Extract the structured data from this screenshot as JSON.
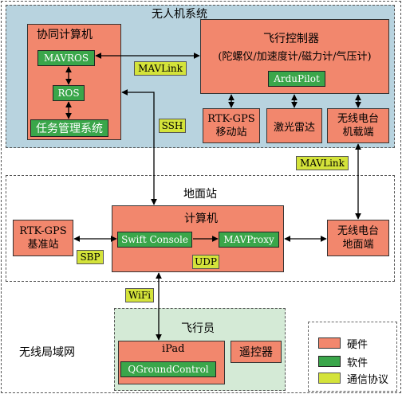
{
  "uav_system": {
    "title": "无人机系统",
    "companion_computer": {
      "title": "协同计算机",
      "mavros": "MAVROS",
      "ros": "ROS",
      "task_mgmt": "任务管理系统"
    },
    "flight_controller": {
      "title": "飞行控制器",
      "sensors": "(陀螺仪/加速度计/磁力计/气压计)",
      "ardupilot": "ArduPilot"
    },
    "rtk_rover": "RTK-GPS\n移动站",
    "lidar": "激光雷达",
    "radio_air": "无线电台\n机载端"
  },
  "ground_station": {
    "title": "地面站",
    "computer": {
      "title": "计算机",
      "swift": "Swift Console",
      "mavproxy": "MAVProxy"
    },
    "rtk_base": "RTK-GPS\n基准站",
    "radio_ground": "无线电台\n地面端"
  },
  "pilot": {
    "title": "飞行员",
    "ipad": "iPad",
    "qgc": "QGroundControl",
    "rc": "遥控器"
  },
  "protocols": {
    "mavlink_1": "MAVLink",
    "ssh": "SSH",
    "mavlink_2": "MAVLink",
    "sbp": "SBP",
    "udp": "UDP",
    "wifi": "WiFi"
  },
  "wlan": "无线局域网",
  "legend": {
    "hardware": "硬件",
    "software": "软件",
    "protocol": "通信协议"
  },
  "colors": {
    "hardware": "#f2876d",
    "software": "#3aa64a",
    "protocol": "#d4e33a",
    "uav_region": "#b8d3df",
    "pilot_region": "#d4ead6"
  }
}
